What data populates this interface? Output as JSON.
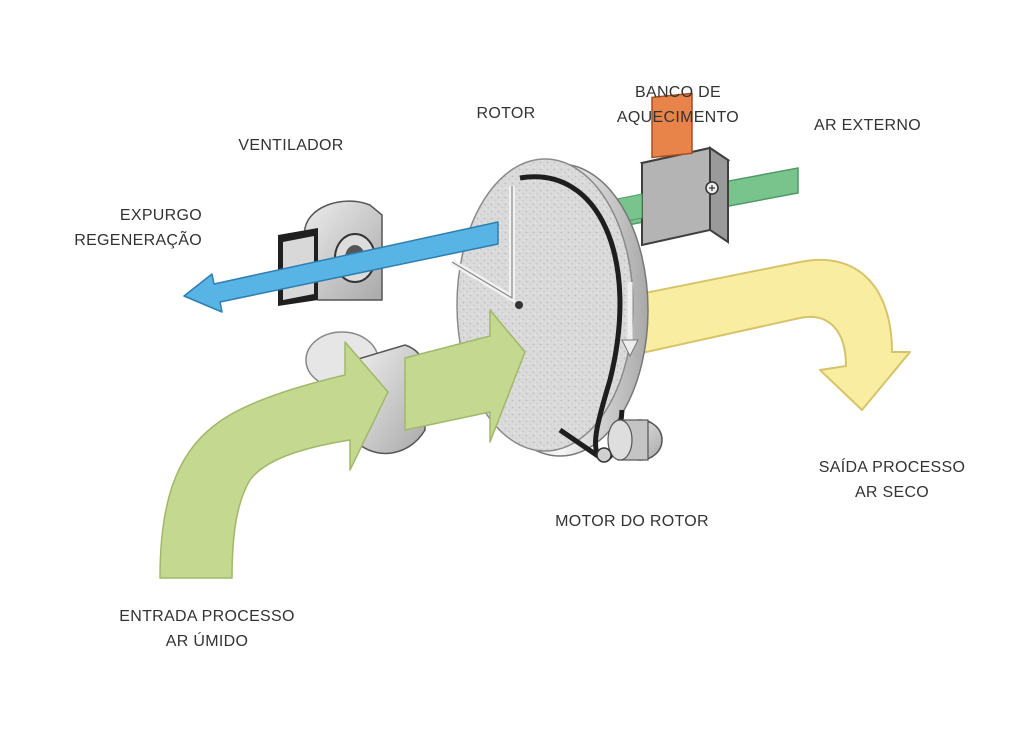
{
  "labels": {
    "ventilador": "VENTILADOR",
    "rotor": "ROTOR",
    "banco_line1": "BANCO DE",
    "banco_line2": "AQUECIMENTO",
    "ar_externo": "AR EXTERNO",
    "expurgo_line1": "EXPURGO",
    "expurgo_line2": "REGENERAÇÃO",
    "entrada_line1": "ENTRADA PROCESSO",
    "entrada_line2": "AR ÚMIDO",
    "motor": "MOTOR DO ROTOR",
    "saida_line1": "SAÍDA PROCESSO",
    "saida_line2": "AR SECO"
  },
  "colors": {
    "process_inlet_air": "#c4d98f",
    "process_outlet_air": "#f8eda0",
    "regeneration_exhaust_air": "#59b4e6",
    "outside_air": "#78c48c",
    "heater_element": "#e8834a",
    "rotor_face": "#d9d9d9",
    "belt": "#1e1e1e"
  }
}
